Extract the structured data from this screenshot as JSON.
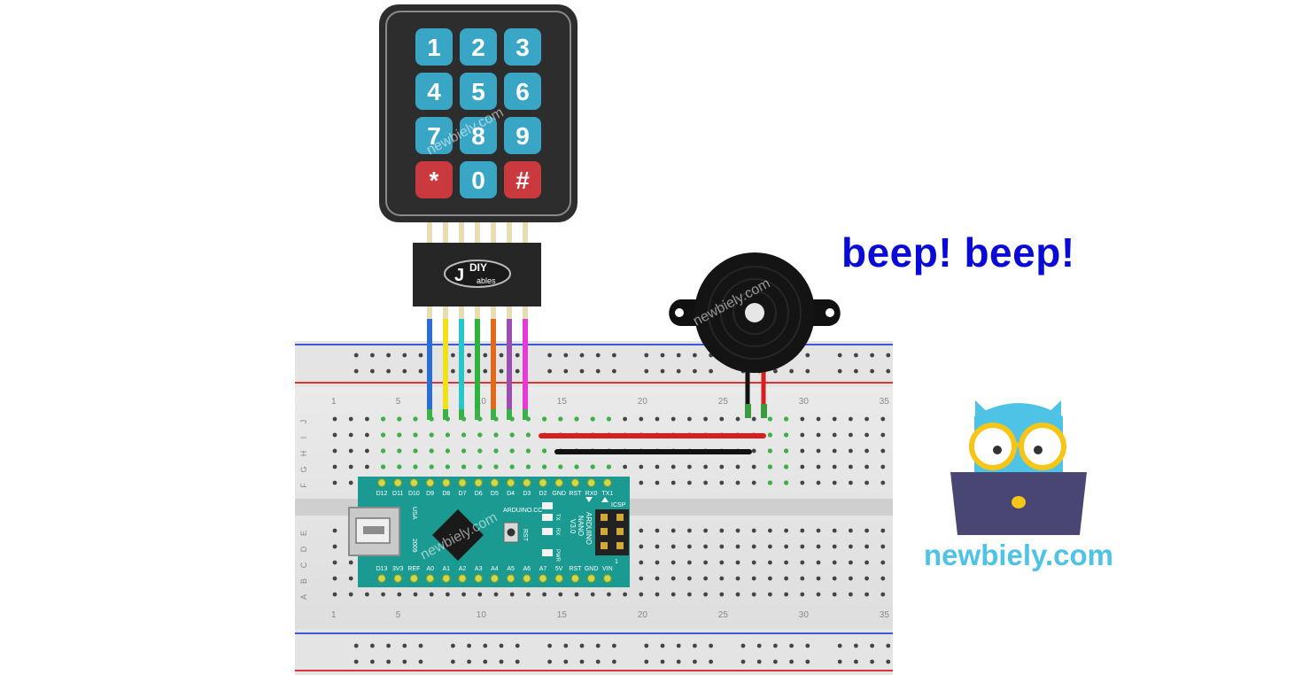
{
  "keypad": {
    "keys": [
      "1",
      "2",
      "3",
      "4",
      "5",
      "6",
      "7",
      "8",
      "9",
      "*",
      "0",
      "#"
    ],
    "key_color": "#39a6c6",
    "special_key_color": "#c9393d",
    "connector_logo_text": "DIY",
    "connector_logo_subtext": "ables"
  },
  "wire_colors": [
    "#2a6fd0",
    "#f0e11b",
    "#27c7c9",
    "#2fb33f",
    "#e06a1b",
    "#9b4db0",
    "#e43ad8"
  ],
  "breadboard": {
    "column_numbers_top": [
      "1",
      "5",
      "10",
      "15",
      "20",
      "25",
      "30",
      "35"
    ],
    "column_numbers_bottom": [
      "1",
      "5",
      "10",
      "15",
      "20",
      "25",
      "30",
      "35"
    ],
    "row_letters_top": [
      "J",
      "I",
      "H",
      "G",
      "F"
    ],
    "row_letters_bottom": [
      "E",
      "D",
      "C",
      "B",
      "A"
    ],
    "power_rail_red": "#d93535",
    "power_rail_blue": "#3b5bd6"
  },
  "arduino": {
    "board_color": "#1b9a91",
    "top_pin_labels": [
      "D12",
      "D11",
      "D10",
      "D9",
      "D8",
      "D7",
      "D6",
      "D5",
      "D4",
      "D3",
      "D2",
      "GND",
      "RST",
      "RX0",
      "TX1"
    ],
    "bottom_pin_labels": [
      "D13",
      "3V3",
      "REF",
      "A0",
      "A1",
      "A2",
      "A3",
      "A4",
      "A5",
      "A6",
      "A7",
      "5V",
      "RST",
      "GND",
      "VIN"
    ],
    "usa_label": "USA",
    "year_label": "2009",
    "website_label": "ARDUINO.CC",
    "rst_label": "RST",
    "led_labels": [
      "TX",
      "RX",
      "PWR"
    ],
    "icsp_label": "ICSP",
    "model_label_1": "ARDUINO",
    "model_label_2": "NANO",
    "model_label_3": "V3.0",
    "icsp_pin_label": "1"
  },
  "buzzer": {
    "wire_colors": [
      "#111111",
      "#d62020"
    ]
  },
  "watermark": "newbiely.com",
  "beep_text": "beep! beep!",
  "brand": {
    "name": "newbiely.com",
    "owl_color": "#4ec3e6",
    "glasses_color": "#f5c518",
    "laptop_color": "#4a4673"
  }
}
